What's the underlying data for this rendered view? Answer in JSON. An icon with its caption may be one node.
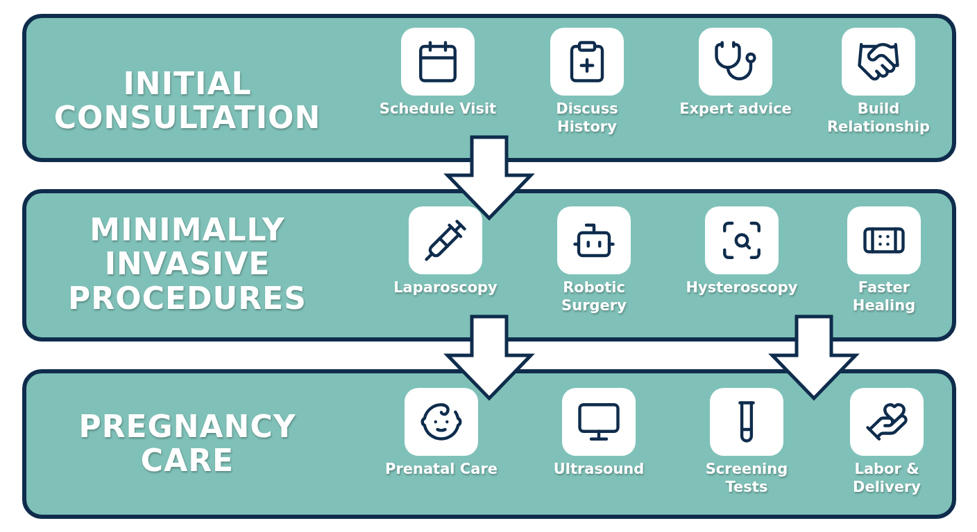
{
  "diagram": {
    "nodes": [
      {
        "text": [
          "INITIAL CONSULTATION"
        ]
      },
      {
        "text": [
          "Schedule Visit"
        ],
        "in": 0
      },
      {
        "text": [
          "Discuss History"
        ],
        "in": 0
      },
      {
        "text": [
          "Expert advice"
        ],
        "in": 0
      },
      {
        "text": [
          "Build Relationship"
        ],
        "in": 0
      },
      {
        "text": [
          "MINIMALLY INVASIVE PROCEDURES"
        ]
      },
      {
        "text": [
          "Laparoscopy"
        ],
        "in": 5
      },
      {
        "text": [
          "Robotic Surgery"
        ],
        "in": 5
      },
      {
        "text": [
          "Hysteroscopy"
        ],
        "in": 5
      },
      {
        "text": [
          "Faster Healing"
        ],
        "in": 5
      },
      {
        "text": [
          "PREGNANCY CARE"
        ]
      },
      {
        "text": [
          "Prenatal Care"
        ],
        "in": 10
      },
      {
        "text": [
          "Ultrasound"
        ],
        "in": 10
      },
      {
        "text": [
          "Screening Tests"
        ],
        "in": 10
      },
      {
        "text": [
          "Labor & Delivery"
        ],
        "in": 10
      }
    ],
    "edges": [
      {
        "from": 0,
        "to": 5,
        "arrow": "to"
      },
      {
        "from": 5,
        "to": 10,
        "arrow": "to"
      },
      {
        "from": 5,
        "to": 10,
        "arrow": "to"
      }
    ]
  }
}
